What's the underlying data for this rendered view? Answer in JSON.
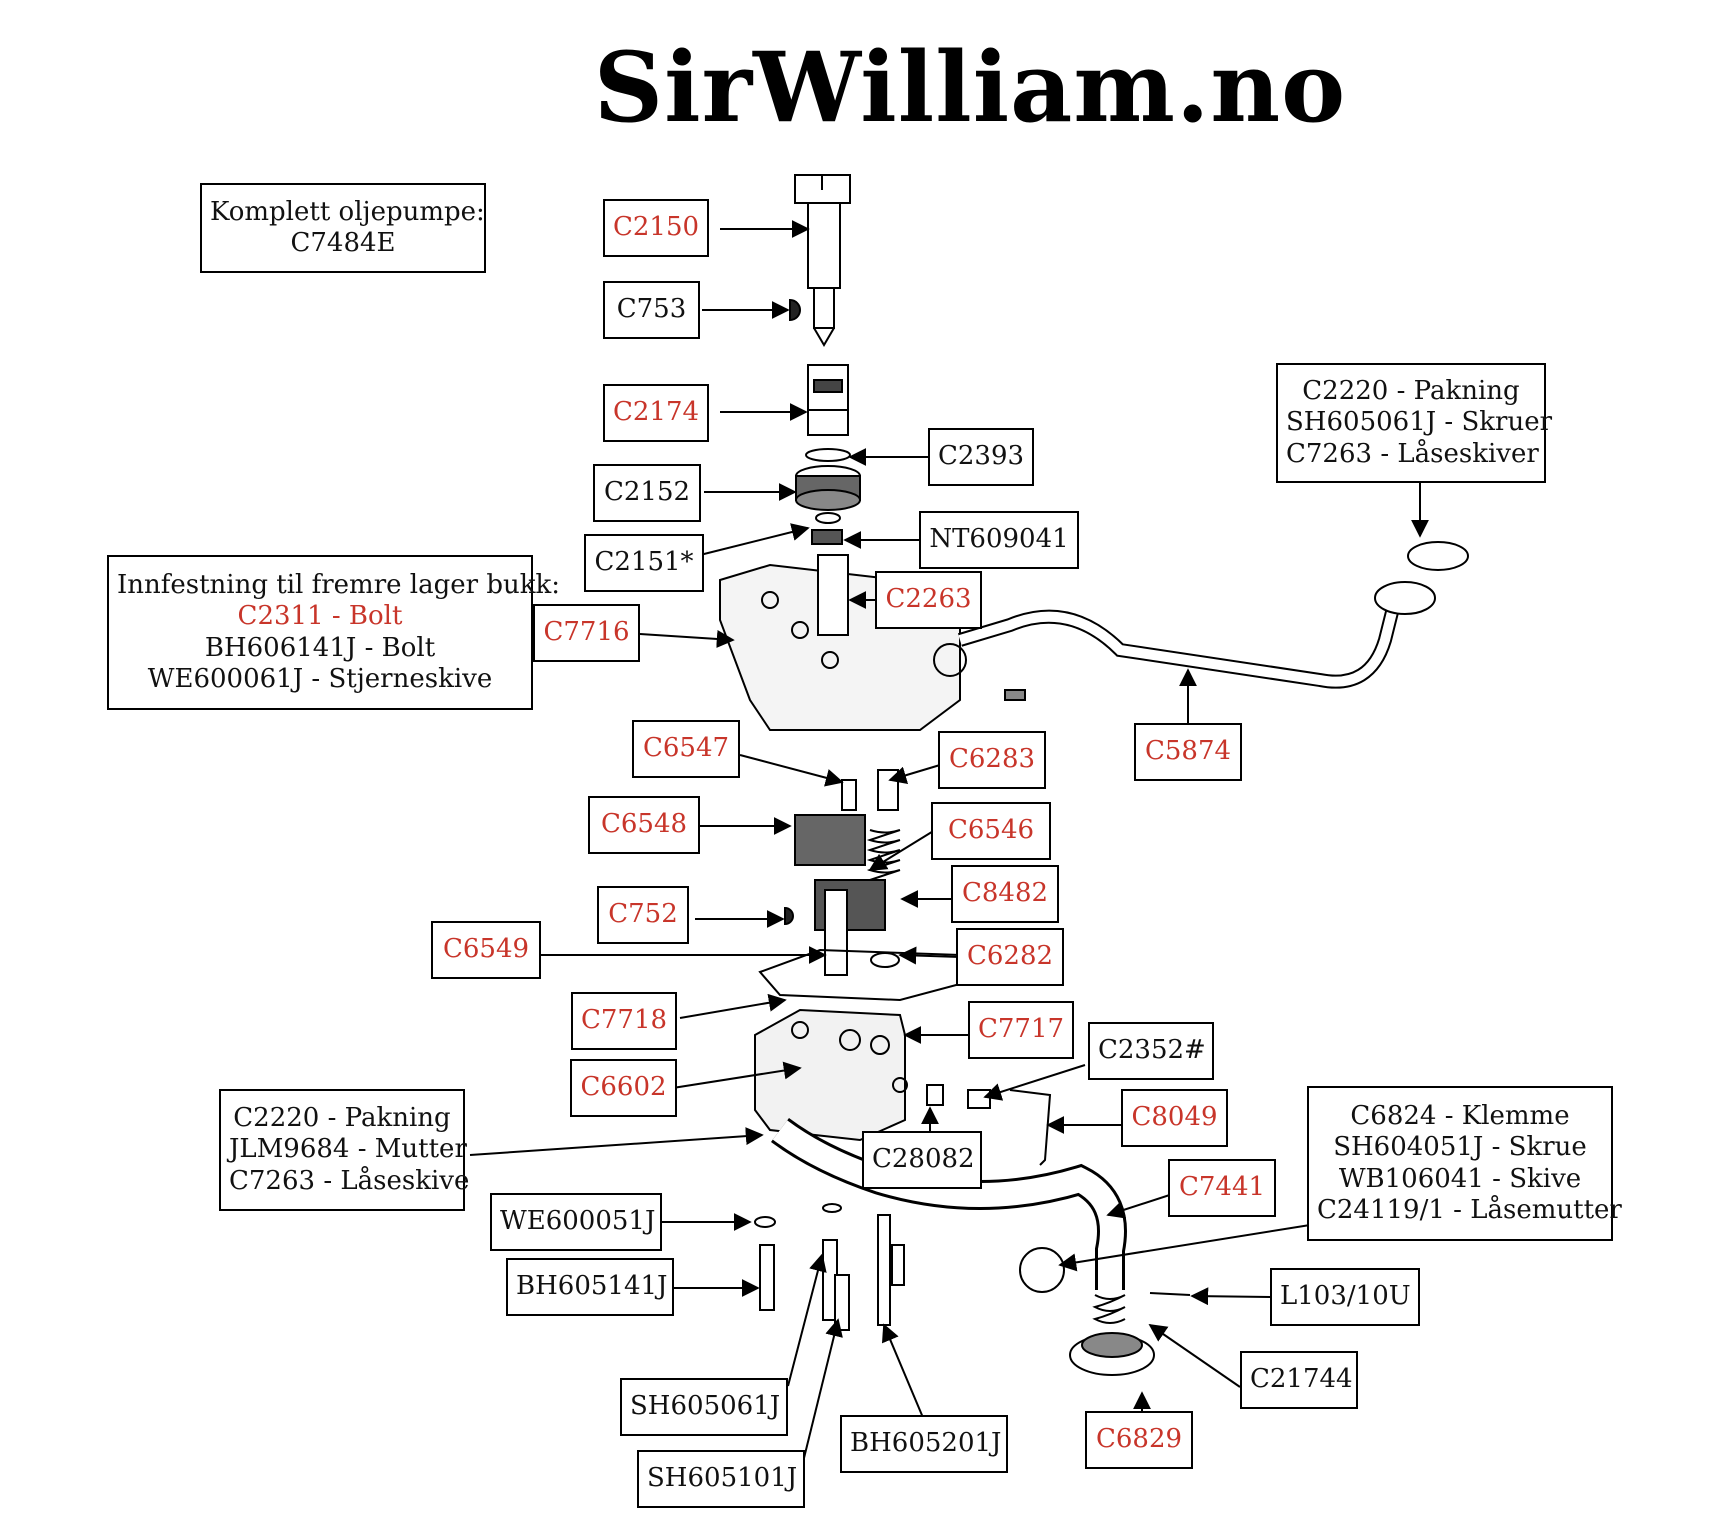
{
  "logo": "SirWilliam.no",
  "colors": {
    "highlight": "#c8352a",
    "text": "#111111",
    "border": "#000000"
  },
  "labels": {
    "complete_pump": [
      "Komplett oljepumpe:",
      "C7484E"
    ],
    "C2150": "C2150",
    "C753": "C753",
    "C2174": "C2174",
    "C2393": "C2393",
    "C2152": "C2152",
    "C2151": "C2151*",
    "NT609041": "NT609041",
    "mounting": [
      "Innfestning til fremre lager bukk:",
      "C2311 - Bolt",
      "BH606141J - Bolt",
      "WE600061J - Stjerneskive"
    ],
    "C7716": "C7716",
    "C2263": "C2263",
    "gasket_top": [
      "C2220 - Pakning",
      "SH605061J - Skruer",
      "C7263 - Låseskiver"
    ],
    "C5874": "C5874",
    "C6547": "C6547",
    "C6283": "C6283",
    "C6548": "C6548",
    "C6546": "C6546",
    "C8482": "C8482",
    "C752": "C752",
    "C6549": "C6549",
    "C6282": "C6282",
    "C7718": "C7718",
    "C7717": "C7717",
    "C2352": "C2352#",
    "C6602": "C6602",
    "C8049": "C8049",
    "gasket_bottom": [
      "C2220 - Pakning",
      "JLM9684 - Mutter",
      "C7263 - Låseskive"
    ],
    "C28082": "C28082",
    "clamp": [
      "C6824 - Klemme",
      "SH604051J - Skrue",
      "WB106041 - Skive",
      "C24119/1 - Låsemutter"
    ],
    "C7441": "C7441",
    "WE600051J": "WE600051J",
    "BH605141J": "BH605141J",
    "L103_10U": "L103/10U",
    "C21744": "C21744",
    "SH605061J": "SH605061J",
    "BH605201J": "BH605201J",
    "C6829": "C6829",
    "SH605101J": "SH605101J"
  }
}
